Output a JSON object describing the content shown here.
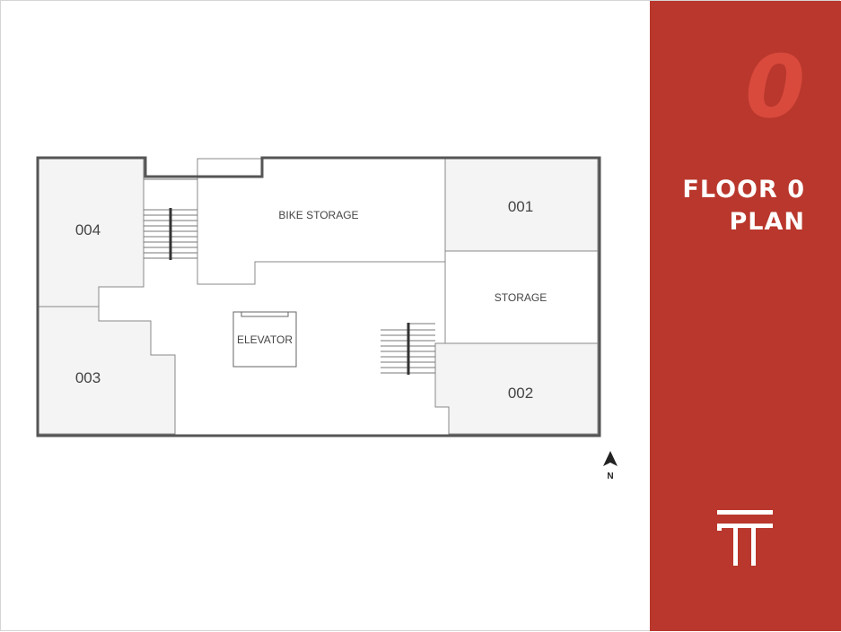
{
  "panel": {
    "floor_number": "0",
    "title_line1": "FLOOR 0",
    "title_line2": "PLAN",
    "accent_color": "#b9372c",
    "numeral_color": "#d94a3d",
    "logo_icon": "building-logo-icon"
  },
  "plan": {
    "rooms": {
      "r004": "004",
      "r003": "003",
      "r001": "001",
      "r002": "002",
      "bike": "BIKE STORAGE",
      "storage": "STORAGE",
      "elevator": "ELEVATOR"
    },
    "north_label": "N"
  }
}
